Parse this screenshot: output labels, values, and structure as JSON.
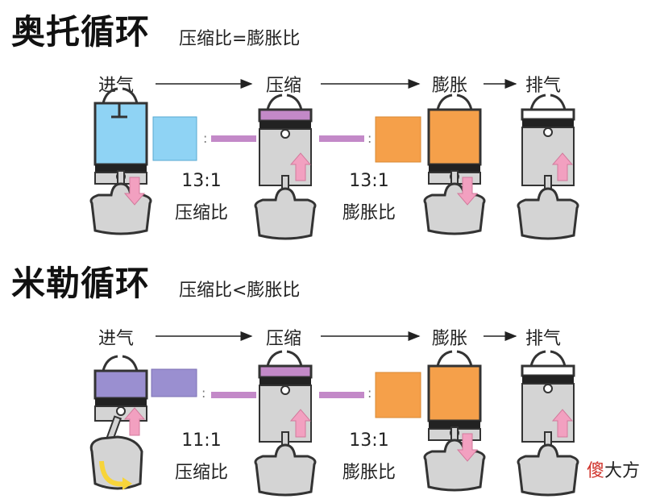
{
  "otto": {
    "title": "奥托循环",
    "subtitle": "压缩比=膨胀比",
    "stages": [
      "进气",
      "压缩",
      "膨胀",
      "排气"
    ],
    "compression_value": "13:1",
    "compression_label": "压缩比",
    "expansion_value": "13:1",
    "expansion_label": "膨胀比"
  },
  "miller": {
    "title": "米勒循环",
    "subtitle": "压缩比<膨胀比",
    "stages": [
      "进气",
      "压缩",
      "膨胀",
      "排气"
    ],
    "compression_value": "11:1",
    "compression_label": "压缩比",
    "expansion_value": "13:1",
    "expansion_label": "膨胀比"
  },
  "watermark": {
    "part1": "傻",
    "part2": "大方"
  },
  "colors": {
    "intake_blue": "#8fd3f4",
    "intake_purple": "#9a8fd0",
    "compressed_purple": "#c389c8",
    "combustion_orange": "#f5a04a",
    "arrow_pink": "#f2a0c0",
    "block_gray": "#d4d4d4",
    "arrow_yellow": "#f7d43a"
  }
}
